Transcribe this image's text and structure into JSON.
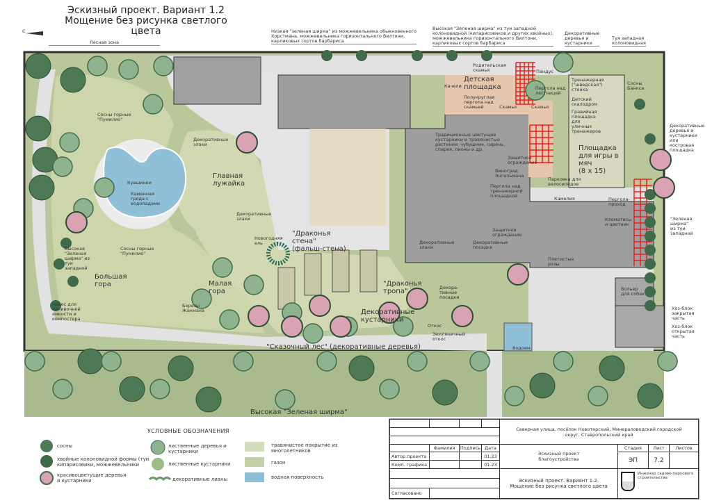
{
  "title": {
    "line1": "Эскизный проект. Вариант 1.2",
    "line2": "Мощение без рисунка светлого цвета"
  },
  "north_label": "С",
  "top_notes": {
    "forest_zone": "Лесная зона",
    "low_screen": "Низкая \"зеленая ширма\" из можжевельника обыкновенного\nХорстмана, можжевельника горизонтального Вилтони,\nкарликовых сортов барбариса",
    "high_screen": "Высокая \"Зеленая ширма\" из туи западной\nколоновидной (кипарисовиков и других хвойных),\nможжевельника горизонтального Вилтони,\nкарликовых сортов барбариса",
    "decor_trees": "Декоративные\nдеревья и\nкустарники",
    "thuja": "Туя западная\nколоновидная"
  },
  "labels": {
    "pines_pumilio_1": "Сосны горные\n\"Пумилио\"",
    "water_lilies": "Кувшинки",
    "stone_ridge": "Каменная\nгряда с\nводопадами",
    "decor_grass_1": "Декоративные\nзлаки",
    "main_lawn": "Главная\nлужайка",
    "decor_grass_2": "Декоративные\nзлаки",
    "new_year_tree": "Новогодняя\nель",
    "dragon_wall": "\"Драконья\nстена\"\n(фальш-стена)",
    "pines_pumilio_2": "Сосны горные\n\"Пумилио\"",
    "high_screen_left": "Высокая\n\"Зеленая\nширма\" из\nтуи\nзападной",
    "big_hill": "Большая\nгора",
    "small_hill": "Малая\nгора",
    "birches": "Березы\nЖакмана",
    "canopy": "Навес для\nполивочной\nемкости и\nкомпостера",
    "dragon_path": "\"Драконья\nтропа\"",
    "decor_shrubs": "Декоративные\nкустарники",
    "decor_plantings_1": "Декора-\nтивные\nпосадки",
    "slope": "Откос",
    "strawberry_slope": "Земляничный\nоткос",
    "fairy_forest": "\"Сказочный лес\" (декоративные деревья)",
    "high_screen_bottom": "Высокая \"Зеленая ширма\"",
    "parent_bench": "Родительская\nскамья",
    "ramp": "Пандус",
    "playground": "Детская\nплощадка",
    "swings": "Качели",
    "semi_pergola": "Полукруглая\nпергола над\nскамьей",
    "bench_1": "Скамья",
    "stair_pergola": "Пергола над\nлестницей",
    "bench_2": "Скамья",
    "wall_bars": "Тренажерная\n(\"шведская\")\nстенка",
    "climbing_wall": "Детский\nскалодром",
    "gravel_area": "Гравийная\nплощадка\nдля\nуличных\nтренажеров",
    "ball_court": "Площадка\nдля игры в\nмяч\n(8 x 15)",
    "banks_pines": "Сосны\nБанкса",
    "decor_or_fire": "Декоративные\nдеревья и\nкустарники\nили\nкостровая\nплощадка",
    "traditional_shrubs": "Традиционные цветущие\nкустарники и травянистые\nрастения: чубушник, сирень,\nспирея, пионы и др.",
    "fence_1": "Защитное\nограждение",
    "grape": "Виноград\nЭнгельмана",
    "gym_pergola": "Пергола над\nтренажерной\nплощадкой",
    "bike_parking": "Парковка для\nвелосипедов",
    "camellia": "Камелия",
    "pergola_pass": "Пергола-\nпроход",
    "clematis": "Клематисы\nи цветник",
    "thuja_screen_right": "\"Зеленая\nширма\"\nиз туи\nзападной",
    "fence_2": "Защитное\nограждение",
    "decor_grass_3": "Декоративные\nзлаки",
    "decor_plantings_2": "Декоративные\nпосадки",
    "climbing_roses": "Плетистые\nрозы",
    "dog_enclosure": "Вольер\nдля собак",
    "shed_closed": "Хоз-блок\nзакрытая\nчасть",
    "shed_open": "Хоз-блок\nоткрытая\nчасть",
    "pond_small": "Водоем"
  },
  "legend": {
    "title": "УСЛОВНЫЕ ОБОЗНАЧЕНИЯ",
    "items": [
      "сосны",
      "хвойные колоновидной формы (туи\nкипарисовики, можжевельники",
      "красивоцветущие деревья\nи кустарники",
      "лиственные деревья и\nкустарники",
      "лиственные кустарники",
      "декоративные лианы",
      "травянистое покрытие из\nмноголетников",
      "газон",
      "водная поверхность"
    ]
  },
  "title_block": {
    "address": "Северная улица, посёлок Новотерский, Минераловодский городской\nокруг, Ставропольский край",
    "col_surname": "Фамилия",
    "col_signature": "Подпись",
    "col_date": "Дата",
    "author": "Автор проекта",
    "author_date": "01.23",
    "graphics": "Комп. графика",
    "graphics_date": "01.23",
    "approved": "Согласовано",
    "project": "Эскизный проект\nблагоустройства",
    "stage_h": "Стадия",
    "sheet_h": "Лист",
    "sheets_h": "Листов",
    "stage": "ЭП",
    "sheet": "7.2",
    "sheet_title": "Эскизный проект. Вариант 1.2.\nМощение без рисунка светлого цвета",
    "org": "Инженер садово-паркового\nстроительства"
  },
  "colors": {
    "lawn": "#c9d3a8",
    "path": "#e2e2e2",
    "building": "#9e9e9e",
    "water": "#8fc0d8",
    "pergola": "#e8201c",
    "pine": "#4d7a55",
    "bloom": "#d9a3b3"
  }
}
